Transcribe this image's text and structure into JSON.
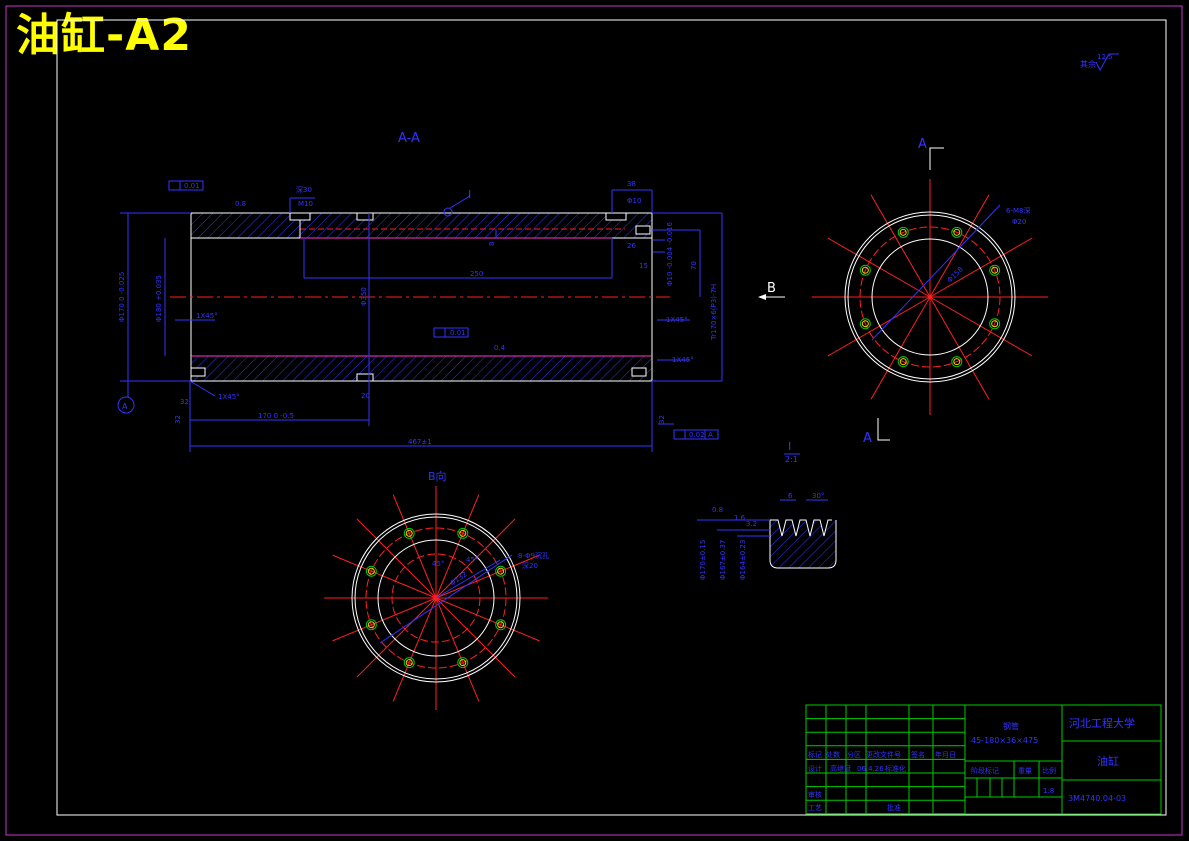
{
  "sheet": {
    "title": "油缸-A2"
  },
  "colors": {
    "background": "#000000",
    "outline": "#ffffff",
    "dimension": "#3333ff",
    "center": "#ff2020",
    "hatch": "#3333ff",
    "title": "#ffff00",
    "block": "#00cc00",
    "border": "#cc33cc",
    "hole": "#ffcc00"
  },
  "roughness_general": {
    "symbol": "其余",
    "value": "12.5"
  },
  "section_view": {
    "label": "A-A",
    "flatness_top": "0.01",
    "roughness_top": "0.8",
    "thread_top": "M10",
    "depth_top": "深30",
    "depth_right": "38",
    "dia_right": "Φ10",
    "detail_mark": "I",
    "dim_250": "250",
    "dim_8": "8",
    "dim_350": "Φ350",
    "dim_fit": "Φ10 -0.004 -0.016",
    "dim_70": "70",
    "dim_26": "26",
    "dim_15": "15",
    "dia_outer": "Φ170 0 -0.025",
    "dia_inner": "Φ180 +0.035",
    "dim_thread": "Tr170×6(P3)-7H",
    "chamfer_left": "1X45°",
    "chamfer_right_top": "1X45°",
    "chamfer_right_bot": "1X45°",
    "chamfer_bottom": "1X45°",
    "flatness_mid": "0.01",
    "roughness_mid": "0.4",
    "dim_20": "20",
    "dim_170": "170 0 -0.5",
    "dim_total": "467±1",
    "rough_left": "32",
    "rough_right": "32",
    "runout": "0.02",
    "datum_a_ref": "A",
    "datum_a": "A",
    "dim_32": "32"
  },
  "end_view_a": {
    "cut_label_top": "A",
    "cut_label_bottom": "A",
    "holes_note": "6-M8深",
    "holes_depth": "Φ20",
    "pcd": "Φ158"
  },
  "view_b_arrow": {
    "label": "B"
  },
  "end_view_b": {
    "label": "B向",
    "angle": "45°",
    "holes_note": "8-Φ9沉孔",
    "holes_depth": "深20",
    "pcd": "Φ132",
    "angle2": "45°"
  },
  "detail_view": {
    "label": "I",
    "scale": "2:1",
    "pitch": "6",
    "angle": "30°",
    "rough_a": "0.8",
    "rough_b": "1.6",
    "rough_c": "3.2",
    "dim_1": "Φ170±0.15",
    "dim_2": "Φ167±0.37",
    "dim_3": "Φ164±0.23"
  },
  "title_block": {
    "material_name": "钢管",
    "material_spec": "45-180×36×475",
    "school": "河北工程大学",
    "part_name": "油缸",
    "drawing_no": "3M4740.04-03",
    "scale": "1:8",
    "hdr_mark": "标记",
    "hdr_count": "处数",
    "hdr_zone": "分区",
    "hdr_change": "更改文件号",
    "hdr_sign": "签名",
    "hdr_date": "年月日",
    "row_design": "设计",
    "designer": "高继斌",
    "design_date": "06.4.26",
    "std": "标准化",
    "row_review": "审核",
    "row_process": "工艺",
    "approve": "批准",
    "stage_mark": "阶段标记",
    "weight": "重量",
    "ratio": "比例"
  }
}
